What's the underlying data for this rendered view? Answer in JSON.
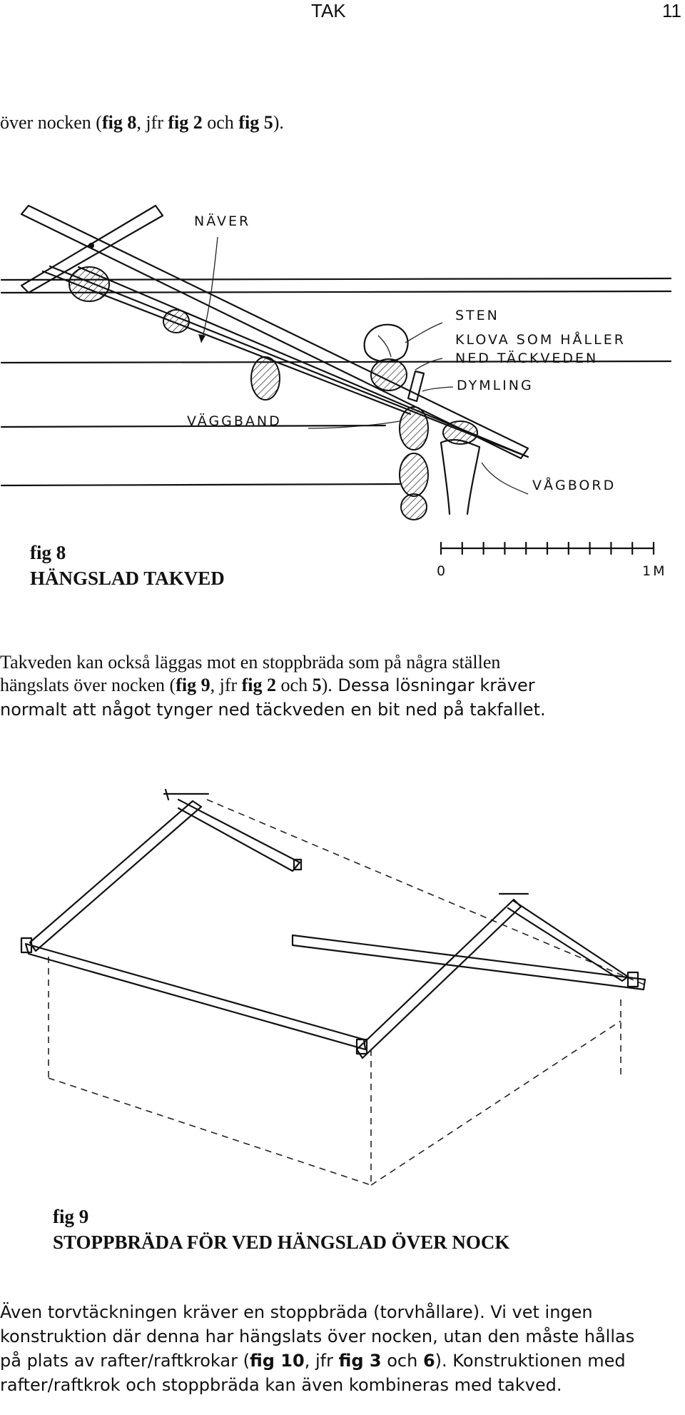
{
  "header": {
    "title": "TAK",
    "page_number": "11"
  },
  "intro": {
    "pre": "över nocken (",
    "fig8": "fig 8",
    "mid1": ", jfr ",
    "fig2": "fig 2",
    "mid2": " och ",
    "fig5": "fig 5",
    "post": ")."
  },
  "figure8": {
    "labels": {
      "naver": "NÄVER",
      "sten": "STEN",
      "klova1": "KLOVA SOM HÅLLER",
      "klova2": "NED TÄCKVEDEN",
      "dymling": "DYMLING",
      "vaggband": "VÄGGBAND",
      "vagbord": "VÅGBORD"
    },
    "scale": {
      "start": "0",
      "end": "1M"
    },
    "caption_number": "fig 8",
    "caption_title": "HÄNGSLAD TAKVED"
  },
  "para2": {
    "serif_line1": "Takveden kan också läggas mot en stoppbräda som på några ställen",
    "serif_line2_pre": "hängslats över nocken (",
    "fig9": "fig 9",
    "mid1": ", jfr ",
    "fig2": "fig 2",
    "mid2": " och ",
    "fig5": "5",
    "serif_line2_post": ").",
    "sans_line2_tail": " Dessa lösningar kräver",
    "sans_line3": "normalt att något tynger ned täckveden en bit ned på takfallet."
  },
  "figure9": {
    "caption_number": "fig 9",
    "caption_title": "STOPPBRÄDA FÖR VED HÄNGSLAD ÖVER NOCK"
  },
  "para3": {
    "line1": "Även torvtäckningen kräver en stoppbräda (torvhållare). Vi vet ingen",
    "line2": "konstruktion där denna har hängslats över nocken, utan den måste hållas",
    "line3_pre": "på plats av rafter/raftkrokar (",
    "fig10": "fig 10",
    "line3_mid1": ", jfr ",
    "fig3": "fig 3",
    "line3_mid2": " och ",
    "fig6": "6",
    "line3_post": "). Konstruktionen med",
    "line4": "rafter/raftkrok och stoppbräda kan även kombineras med takved."
  }
}
